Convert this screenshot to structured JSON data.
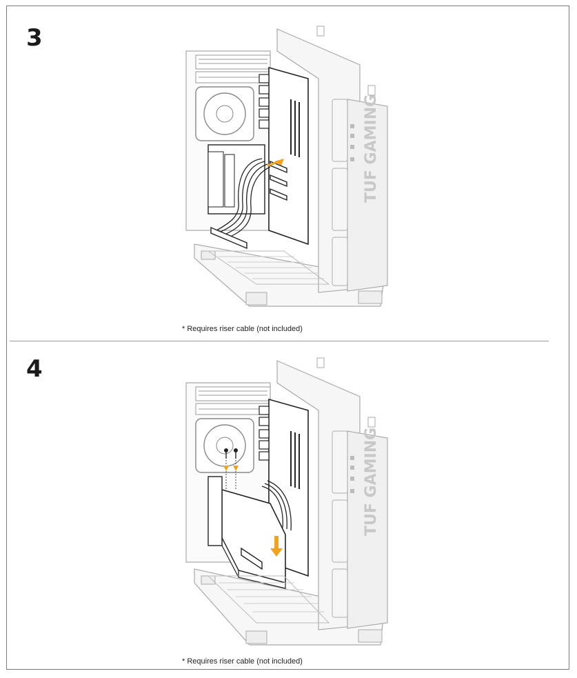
{
  "steps": [
    {
      "number": "3",
      "note": "* Requires riser cable (not included)",
      "brand_text": "TUF GAMING"
    },
    {
      "number": "4",
      "note": "* Requires riser cable (not included)",
      "brand_text": "TUF GAMING"
    }
  ],
  "colors": {
    "line": "#9a9a9a",
    "dark": "#222222",
    "accent": "#f2a21b",
    "panel": "#f4f4f4",
    "brand": "#cfcfcf"
  }
}
